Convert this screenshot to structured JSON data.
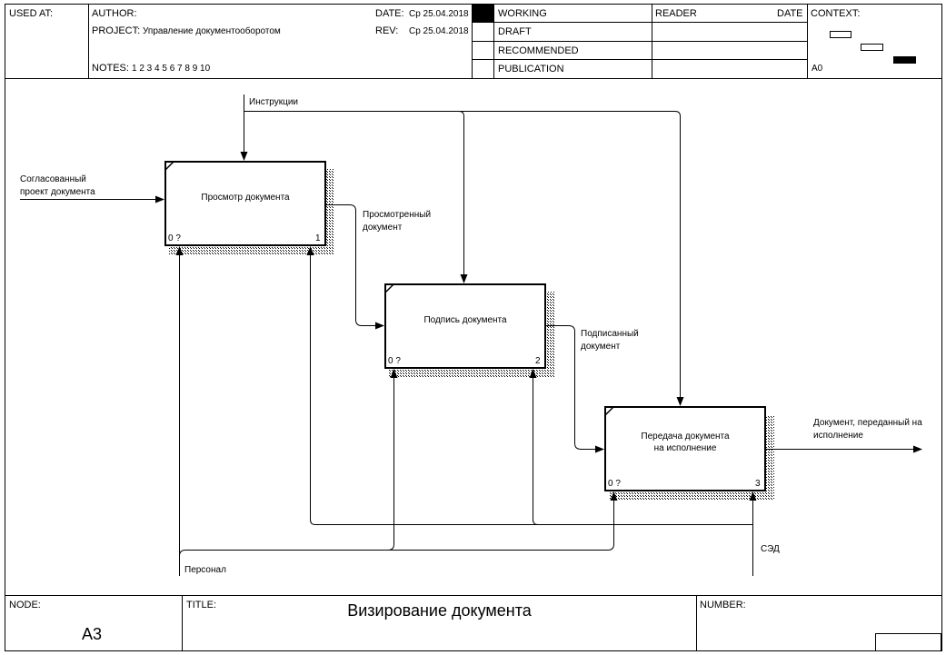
{
  "header": {
    "used_at": "USED AT:",
    "author": "AUTHOR:",
    "project_label": "PROJECT:",
    "project_value": "Управление документооборотом",
    "notes_label": "NOTES:",
    "notes_value": "1  2  3  4  5  6  7  8  9  10",
    "date_label": "DATE:",
    "date_value": "Ср 25.04.2018",
    "rev_label": "REV:",
    "rev_value": "Ср 25.04.2018",
    "status": [
      "WORKING",
      "DRAFT",
      "RECOMMENDED",
      "PUBLICATION"
    ],
    "reader": "READER",
    "reader_date": "DATE",
    "context": "CONTEXT:",
    "context_node": "A0"
  },
  "diagram": {
    "boxes": [
      {
        "title": "Просмотр документа",
        "cost": "0 ?",
        "number": "1"
      },
      {
        "title": "Подпись документа",
        "cost": "0 ?",
        "number": "2"
      },
      {
        "title_line1": "Передача документа",
        "title_line2": "на исполнение",
        "cost": "0 ?",
        "number": "3"
      }
    ],
    "arrows": {
      "instructions": "Инструкции",
      "input_line1": "Согласованный",
      "input_line2": "проект документа",
      "reviewed_line1": "Просмотренный",
      "reviewed_line2": "документ",
      "signed_line1": "Подписанный",
      "signed_line2": "документ",
      "output_line1": "Документ, переданный на",
      "output_line2": "исполнение",
      "sed": "СЭД",
      "personnel": "Персонал"
    }
  },
  "footer": {
    "node_label": "NODE:",
    "node_value": "A3",
    "title_label": "TITLE:",
    "title_value": "Визирование документа",
    "number_label": "NUMBER:"
  }
}
